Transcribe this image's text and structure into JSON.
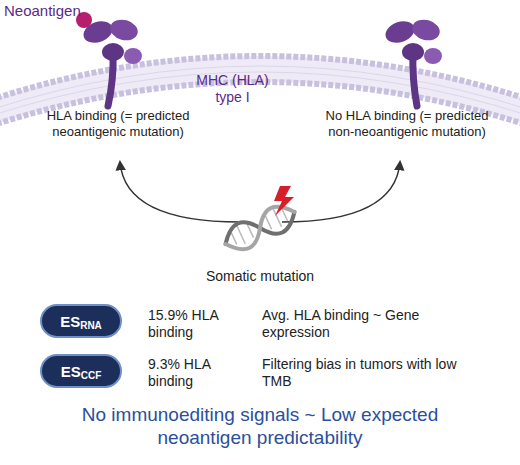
{
  "diagram": {
    "nodes": [
      {
        "text": [
          "ES",
          "RNA"
        ]
      },
      {
        "text": [
          "ES",
          "CCF"
        ]
      }
    ],
    "labels": [
      "Neoantigen",
      "MHC (HLA) type I",
      "HLA binding (= predicted neoantigenic mutation)",
      "No HLA binding (= predicted non-neoantigenic mutation)",
      "Somatic mutation",
      "15.9% HLA binding",
      "Avg. HLA binding ~ Gene expression",
      "9.3% HLA binding",
      "Filtering bias in tumors with low TMB",
      "No immunoediting signals ~ Low expected neoantigen predictability"
    ]
  }
}
